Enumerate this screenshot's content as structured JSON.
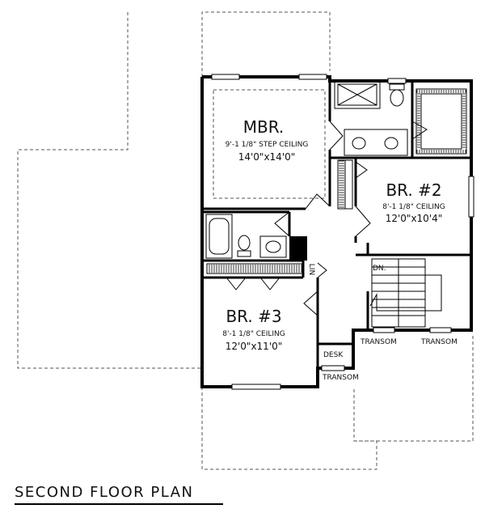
{
  "plan": {
    "title": "SECOND FLOOR PLAN",
    "rooms": {
      "mbr": {
        "name": "MBR.",
        "ceiling": "9'-1 1/8\" STEP CEILING",
        "size": "14'0\"x14'0\""
      },
      "br2": {
        "name": "BR. #2",
        "ceiling": "8'-1 1/8\" CEILING",
        "size": "12'0\"x10'4\""
      },
      "br3": {
        "name": "BR. #3",
        "ceiling": "8'-1 1/8\" CEILING",
        "size": "12'0\"x11'0\""
      }
    },
    "labels": {
      "lin": "LIN",
      "down": "DN.",
      "desk": "DESK",
      "transom_left": "TRANSOM",
      "transom_right": "TRANSOM",
      "transom_bottom": "TRANSOM"
    }
  }
}
